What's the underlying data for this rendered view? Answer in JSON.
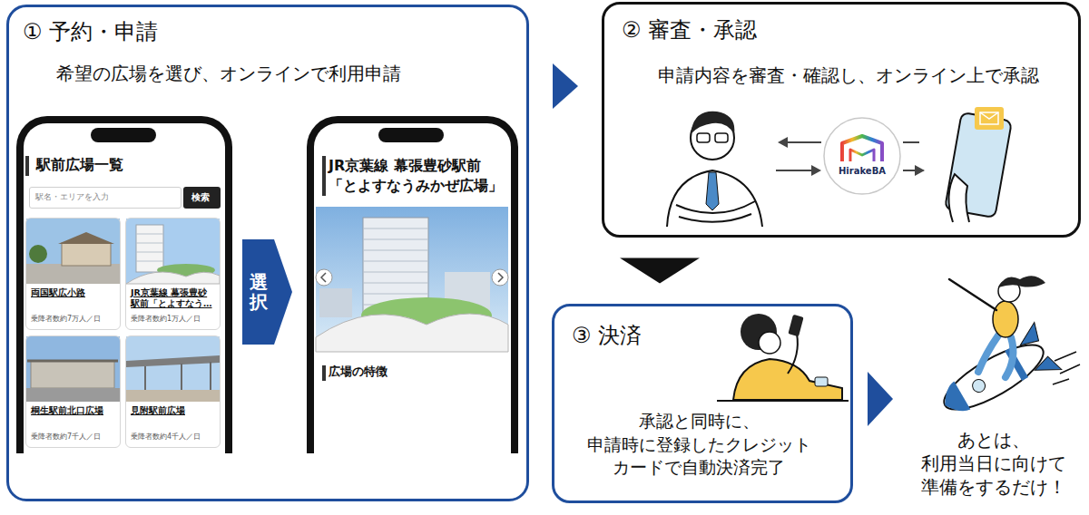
{
  "diagram": {
    "nodes": [
      {
        "text": [
          "① 予約・申請",
          "希望の広場を選び、オンラインで利用申請"
        ]
      },
      {
        "text": [
          "駅前広場一覧"
        ],
        "in": 0
      },
      {
        "text": [
          "駅名・エリアを入力"
        ],
        "in": 1
      },
      {
        "text": [
          "検索"
        ],
        "in": 1
      },
      {
        "text": [
          "両国駅広小路",
          "乗降者数約7万人／日"
        ],
        "in": 1
      },
      {
        "text": [
          "JR京葉線 幕張豊砂駅前「とよすなう…",
          "乗降者数約1万人／日"
        ],
        "in": 1
      },
      {
        "text": [
          "桐生駅前北口広場",
          "乗降者数約7千人／日"
        ],
        "in": 1
      },
      {
        "text": [
          "見附駅前広場",
          "乗降者数約4千人／日"
        ],
        "in": 1
      },
      {
        "text": [
          "JR京葉線 幕張豊砂駅前 「とよすなうみかぜ広場」",
          "広場の特徴"
        ],
        "in": 0
      },
      {
        "text": [
          "② 審査・承認",
          "申請内容を審査・確認し、オンライン上で承認"
        ]
      },
      {
        "text": [
          "③ 決済",
          "承認と同時に、 申請時に登録したクレジット カードで自動決済完了"
        ]
      },
      {
        "text": [
          "あとは、 利用当日に向けて 準備をするだけ！"
        ]
      }
    ],
    "edges": [
      {
        "from": 1,
        "to": 8,
        "label": "選択",
        "arrow": "to"
      },
      {
        "from": 0,
        "to": 9,
        "arrow": "to"
      },
      {
        "from": 9,
        "to": 10,
        "arrow": "to"
      },
      {
        "from": 10,
        "to": 11,
        "arrow": "to"
      }
    ],
    "labels": [
      "HirakeBA"
    ]
  }
}
